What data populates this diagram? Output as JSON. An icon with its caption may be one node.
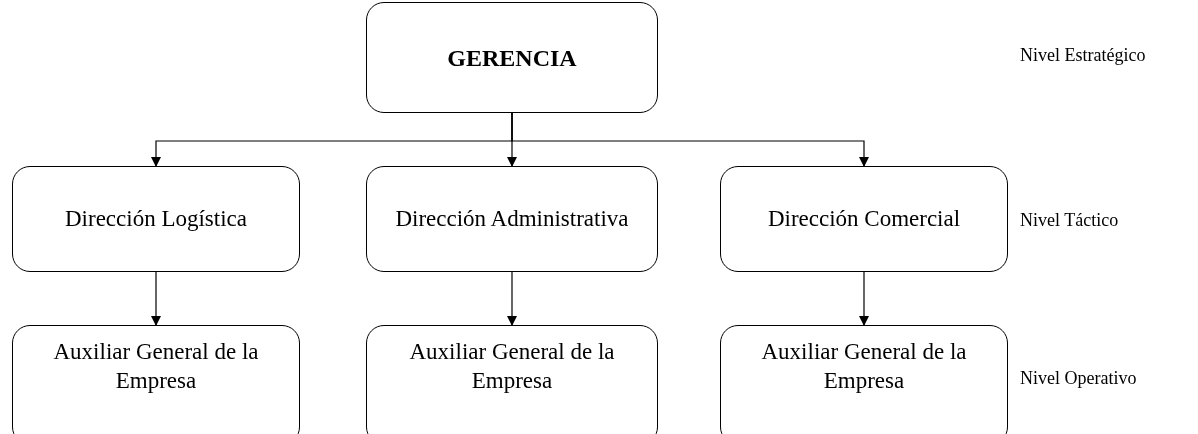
{
  "diagram": {
    "nodes": [
      {
        "text": [
          "GERENCIA"
        ]
      },
      {
        "text": [
          "Dirección Logística"
        ]
      },
      {
        "text": [
          "Dirección Administrativa"
        ]
      },
      {
        "text": [
          "Dirección Comercial"
        ]
      },
      {
        "text": [
          "Auxiliar General de la Empresa"
        ]
      },
      {
        "text": [
          "Auxiliar General de la Empresa"
        ]
      },
      {
        "text": [
          "Auxiliar General de la Empresa"
        ]
      }
    ],
    "edges": [
      {
        "from": 0,
        "to": 1,
        "arrow": "to"
      },
      {
        "from": 0,
        "to": 2,
        "arrow": "to"
      },
      {
        "from": 0,
        "to": 3,
        "arrow": "to"
      },
      {
        "from": 1,
        "to": 4,
        "arrow": "to"
      },
      {
        "from": 2,
        "to": 5,
        "arrow": "to"
      },
      {
        "from": 3,
        "to": 6,
        "arrow": "to"
      }
    ],
    "labels": [
      "Nivel Estratégico",
      "Nivel Táctico",
      "Nivel Operativo"
    ]
  }
}
